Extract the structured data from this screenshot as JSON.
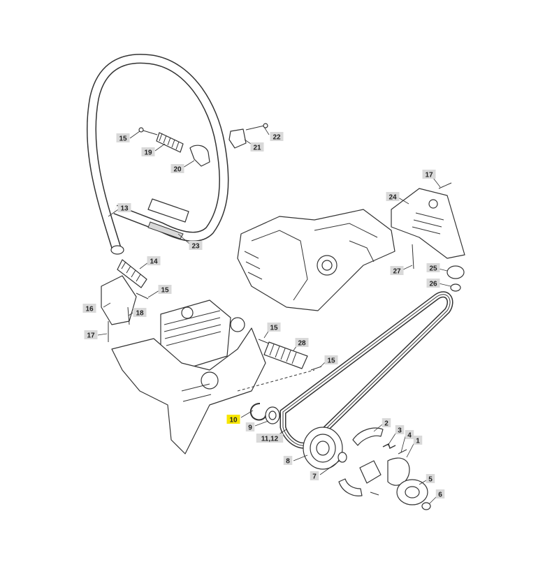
{
  "colors": {
    "background": "#ffffff",
    "line": "#333333",
    "callout_box": "#d9d9d9",
    "highlight": "#f7e600"
  },
  "highlighted_part": "10",
  "callouts": [
    {
      "id": "c15a",
      "label": "15"
    },
    {
      "id": "c19",
      "label": "19"
    },
    {
      "id": "c20",
      "label": "20"
    },
    {
      "id": "c21",
      "label": "21"
    },
    {
      "id": "c22",
      "label": "22"
    },
    {
      "id": "c13",
      "label": "13"
    },
    {
      "id": "c23",
      "label": "23"
    },
    {
      "id": "c17a",
      "label": "17"
    },
    {
      "id": "c24",
      "label": "24"
    },
    {
      "id": "c27",
      "label": "27"
    },
    {
      "id": "c25",
      "label": "25"
    },
    {
      "id": "c26",
      "label": "26"
    },
    {
      "id": "c14",
      "label": "14"
    },
    {
      "id": "c15b",
      "label": "15"
    },
    {
      "id": "c16",
      "label": "16"
    },
    {
      "id": "c18",
      "label": "18"
    },
    {
      "id": "c17b",
      "label": "17"
    },
    {
      "id": "c15c",
      "label": "15"
    },
    {
      "id": "c28",
      "label": "28"
    },
    {
      "id": "c15d",
      "label": "15"
    },
    {
      "id": "c10",
      "label": "10"
    },
    {
      "id": "c9",
      "label": "9"
    },
    {
      "id": "c1112",
      "label": "11,12"
    },
    {
      "id": "c8",
      "label": "8"
    },
    {
      "id": "c7",
      "label": "7"
    },
    {
      "id": "c2",
      "label": "2"
    },
    {
      "id": "c3",
      "label": "3"
    },
    {
      "id": "c4",
      "label": "4"
    },
    {
      "id": "c1",
      "label": "1"
    },
    {
      "id": "c5",
      "label": "5"
    },
    {
      "id": "c6",
      "label": "6"
    }
  ]
}
